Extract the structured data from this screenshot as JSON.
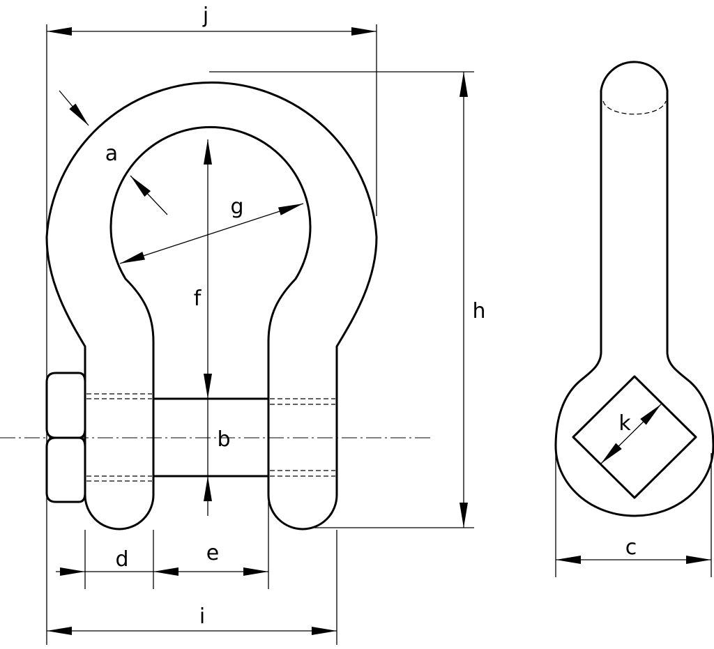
{
  "title": "Shackle dimension drawing",
  "labels": {
    "a": "a",
    "b": "b",
    "c": "c",
    "d": "d",
    "e": "e",
    "f": "f",
    "g": "g",
    "h": "h",
    "i": "i",
    "j": "j",
    "k": "k"
  },
  "colors": {
    "line": "#000000",
    "background": "#ffffff"
  }
}
